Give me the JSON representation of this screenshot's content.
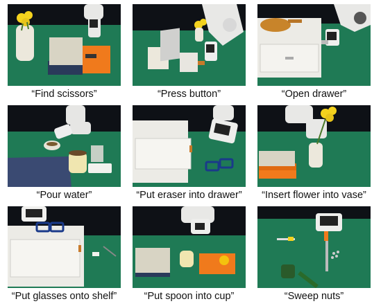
{
  "figure": {
    "panels": [
      {
        "caption": "“Find scissors”"
      },
      {
        "caption": "“Press button”"
      },
      {
        "caption": "“Open drawer”"
      },
      {
        "caption": "“Pour water”"
      },
      {
        "caption": "“Put eraser into drawer”"
      },
      {
        "caption": "“Insert flower into vase”"
      },
      {
        "caption": "“Put glasses onto shelf”"
      },
      {
        "caption": "“Put spoon into cup”"
      },
      {
        "caption": "“Sweep nuts”"
      }
    ]
  },
  "colors": {
    "table_green": "#1f7a55",
    "backdrop": "#0e1116",
    "robot_white": "#e8e8e6",
    "book_cream": "#d8d4c4",
    "orange": "#f07a1c",
    "vase": "#ece8dc",
    "flower_yellow": "#f4d21e"
  }
}
